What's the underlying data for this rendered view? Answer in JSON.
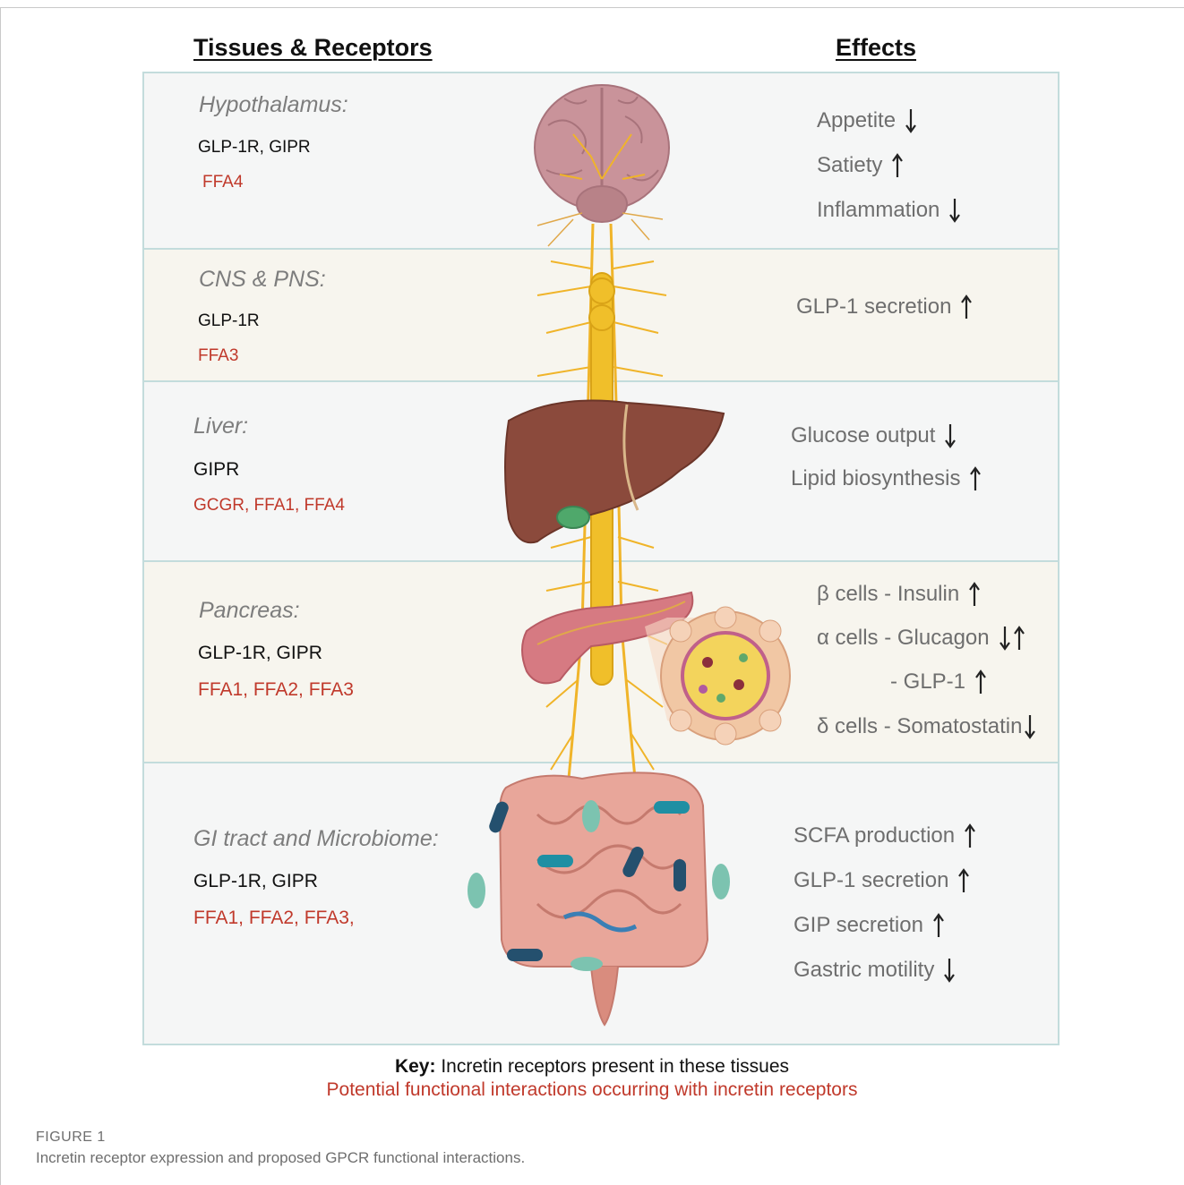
{
  "headers": {
    "tissues": "Tissues & Receptors",
    "effects": "Effects"
  },
  "rows": [
    {
      "tissue": "Hypothalamus:",
      "receptors": "GLP-1R, GIPR",
      "interactions": "FFA4",
      "effects": [
        {
          "text": "Appetite",
          "arrows": [
            "down"
          ]
        },
        {
          "text": "Satiety",
          "arrows": [
            "up"
          ]
        },
        {
          "text": "Inflammation",
          "arrows": [
            "down"
          ]
        }
      ]
    },
    {
      "tissue": "CNS & PNS:",
      "receptors": "GLP-1R",
      "interactions": "FFA3",
      "effects": [
        {
          "text": "GLP-1 secretion",
          "arrows": [
            "up"
          ]
        }
      ]
    },
    {
      "tissue": "Liver:",
      "receptors": "GIPR",
      "interactions": "GCGR, FFA1, FFA4",
      "effects": [
        {
          "text": "Glucose output",
          "arrows": [
            "down"
          ]
        },
        {
          "text": "Lipid biosynthesis",
          "arrows": [
            "up"
          ]
        }
      ]
    },
    {
      "tissue": "Pancreas:",
      "receptors": "GLP-1R, GIPR",
      "interactions": "FFA1, FFA2, FFA3",
      "effects": [
        {
          "text": "β cells - Insulin",
          "arrows": [
            "up"
          ]
        },
        {
          "text": "α cells - Glucagon",
          "arrows": [
            "down",
            "up"
          ]
        },
        {
          "text": "- GLP-1",
          "arrows": [
            "up"
          ]
        },
        {
          "text": "δ cells - Somatostatin",
          "arrows": [
            "down"
          ]
        }
      ]
    },
    {
      "tissue": "GI tract and Microbiome:",
      "receptors": "GLP-1R, GIPR",
      "interactions": "FFA1, FFA2, FFA3,",
      "effects": [
        {
          "text": "SCFA production",
          "arrows": [
            "up"
          ]
        },
        {
          "text": "GLP-1 secretion",
          "arrows": [
            "up"
          ]
        },
        {
          "text": "GIP secretion",
          "arrows": [
            "up"
          ]
        },
        {
          "text": "Gastric motility",
          "arrows": [
            "down"
          ]
        }
      ]
    }
  ],
  "key": {
    "label": "Key:",
    "receptors_text": "Incretin receptors present in these tissues",
    "interactions_text": "Potential functional interactions occurring with incretin receptors"
  },
  "caption": {
    "label": "FIGURE 1",
    "text": "Incretin receptor expression and proposed GPCR functional interactions."
  },
  "colors": {
    "band_border": "#c3dcdc",
    "band_fill_cool": "#f5f6f6",
    "band_fill_warm": "#f7f5ee",
    "interaction_red": "#c0392b",
    "effect_grey": "#6e6e6e",
    "nerve_yellow": "#f0b429",
    "liver_brown": "#8b4a3c"
  }
}
